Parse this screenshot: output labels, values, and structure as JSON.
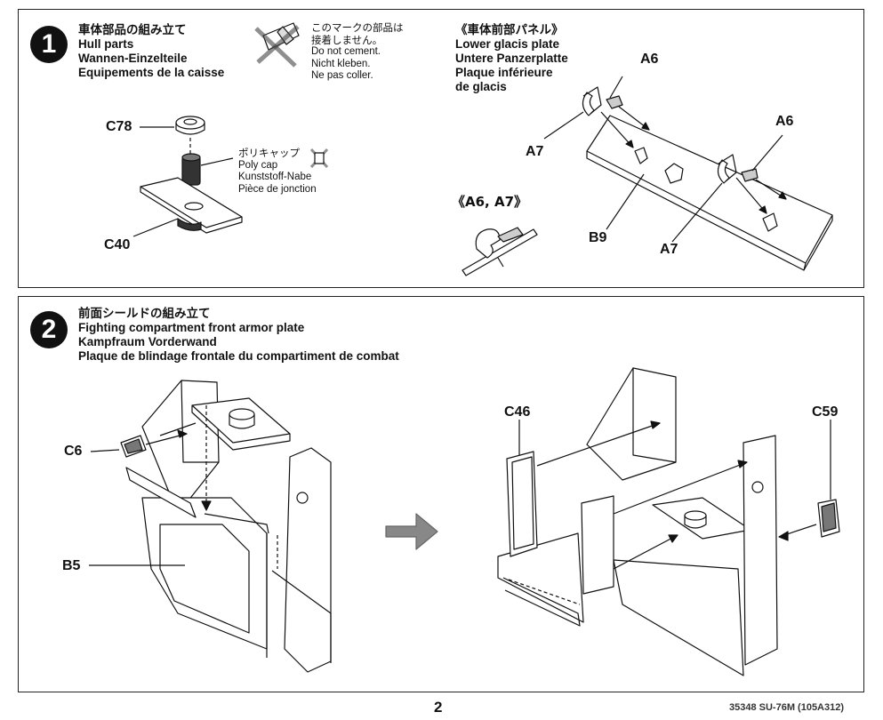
{
  "step1": {
    "number": "1",
    "title_jp": "車体部品の組み立て",
    "title_en": "Hull parts",
    "title_de": "Wannen-Einzelteile",
    "title_fr": "Equipements de la caisse",
    "no_cement": {
      "jp_1": "このマークの部品は",
      "jp_2": "接着しません。",
      "en": "Do not cement.",
      "de": "Nicht kleben.",
      "fr": "Ne pas coller."
    },
    "poly_cap": {
      "jp": "ポリキャップ",
      "en": "Poly cap",
      "de": "Kunststoff-Nabe",
      "fr": "Pièce de jonction"
    },
    "glacis": {
      "jp": "《車体前部パネル》",
      "en": "Lower glacis plate",
      "de": "Untere Panzerplatte",
      "fr_1": "Plaque inférieure",
      "fr_2": "de glacis"
    },
    "detail_label": "《A6, A7》",
    "labels": {
      "c78": "C78",
      "c40": "C40",
      "a6_left": "A6",
      "a6_right": "A6",
      "a7_left": "A7",
      "a7_right": "A7",
      "b9": "B9"
    }
  },
  "step2": {
    "number": "2",
    "title_jp": "前面シールドの組み立て",
    "title_en": "Fighting compartment front armor plate",
    "title_de": "Kampfraum Vorderwand",
    "title_fr": "Plaque de blindage frontale du compartiment de combat",
    "labels": {
      "c6": "C6",
      "b5": "B5",
      "c46": "C46",
      "c59": "C59"
    }
  },
  "footer": {
    "page_number": "2",
    "code": "35348 SU-76M (105A312)"
  }
}
